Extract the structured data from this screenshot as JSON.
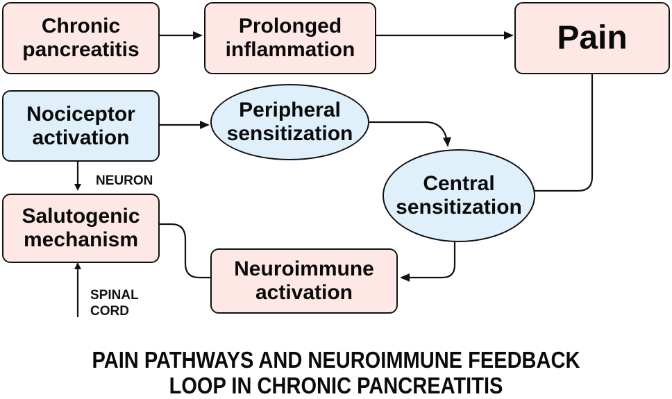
{
  "diagram": {
    "nodes": {
      "chronic_pancreatitis": {
        "line1": "Chronic",
        "line2": "pancreatitis",
        "fill": "#fde8e6"
      },
      "prolonged_inflammation": {
        "line1": "Prolonged",
        "line2": "inflammation",
        "fill": "#fde8e6"
      },
      "pain": {
        "line1": "Pain",
        "fill": "#fde8e6"
      },
      "nociceptor_activation": {
        "line1": "Nociceptor",
        "line2": "activation",
        "fill": "#dff0fb"
      },
      "peripheral_sensitization": {
        "line1": "Peripheral",
        "line2": "sensitization",
        "fill": "#dff0fb"
      },
      "central_sensitization": {
        "line1": "Central",
        "line2": "sensitization",
        "fill": "#dff0fb"
      },
      "salutogenic_mechanism": {
        "line1": "Salutogenic",
        "line2": "mechanism",
        "fill": "#fde8e6"
      },
      "neuroimmune_activation": {
        "line1": "Neuroimmune",
        "line2": "activation",
        "fill": "#fde8e6"
      }
    },
    "edge_labels": {
      "neuron": "NEURON",
      "spinal_cord_line1": "SPINAL",
      "spinal_cord_line2": "CORD"
    },
    "edges": [
      {
        "from": "Chronic pancreatitis",
        "to": "Prolonged inflammation"
      },
      {
        "from": "Prolonged inflammation",
        "to": "Pain"
      },
      {
        "from": "Pain",
        "to": "Central sensitization",
        "arrow": false
      },
      {
        "from": "Nociceptor activation",
        "to": "Peripheral sensitization"
      },
      {
        "from": "Peripheral sensitization",
        "to": "Central sensitization"
      },
      {
        "from": "Central sensitization",
        "to": "Neuroimmune activation"
      },
      {
        "from": "Neuroimmune activation",
        "to": "Salutogenic mechanism",
        "arrow": false
      },
      {
        "from": "Nociceptor activation",
        "to": "Salutogenic mechanism",
        "label": "NEURON"
      },
      {
        "from": "Spinal cord",
        "to": "Salutogenic mechanism",
        "label": "SPINAL CORD"
      }
    ],
    "caption": {
      "line1": "PAIN PATHWAYS AND NEUROIMMUNE FEEDBACK",
      "line2": "LOOP IN CHRONIC PANCREATITIS"
    }
  }
}
